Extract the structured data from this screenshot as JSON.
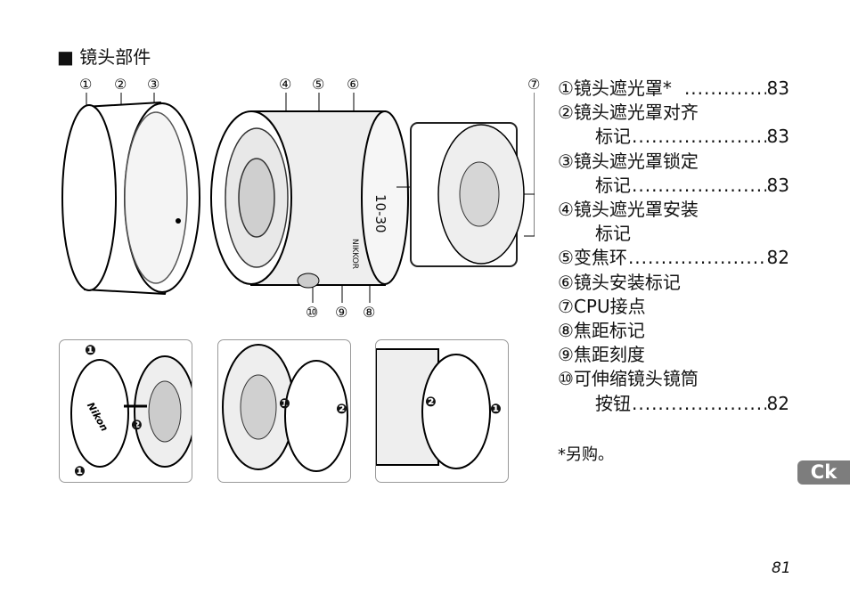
{
  "section_title": "■ 镜头部件",
  "callouts": {
    "c1": "①",
    "c2": "②",
    "c3": "③",
    "c4": "④",
    "c5": "⑤",
    "c6": "⑥",
    "c7": "⑦",
    "c8": "⑧",
    "c9": "⑨",
    "c10": "⑩"
  },
  "lens_markings": {
    "zoom_range": "10-30",
    "brand": "NIKKOR",
    "cap_brand": "Nikon"
  },
  "figure_steps": {
    "step1": "❶",
    "step2": "❷"
  },
  "parts_list": [
    {
      "label": "①镜头遮光罩*",
      "page": "83"
    },
    {
      "label": "②镜头遮光罩对齐",
      "cont": "标记",
      "page": "83"
    },
    {
      "label": "③镜头遮光罩锁定",
      "cont": "标记",
      "page": "83"
    },
    {
      "label": "④镜头遮光罩安装",
      "cont": "标记"
    },
    {
      "label": "⑤变焦环",
      "page": "82"
    },
    {
      "label": "⑥镜头安装标记"
    },
    {
      "label": "⑦CPU接点"
    },
    {
      "label": "⑧焦距标记"
    },
    {
      "label": "⑨焦距刻度"
    },
    {
      "label": "⑩可伸缩镜头镜筒",
      "cont": "按钮",
      "page": "82"
    }
  ],
  "footnote": "*另购。",
  "language_tab": "Ck",
  "page_number": "81"
}
